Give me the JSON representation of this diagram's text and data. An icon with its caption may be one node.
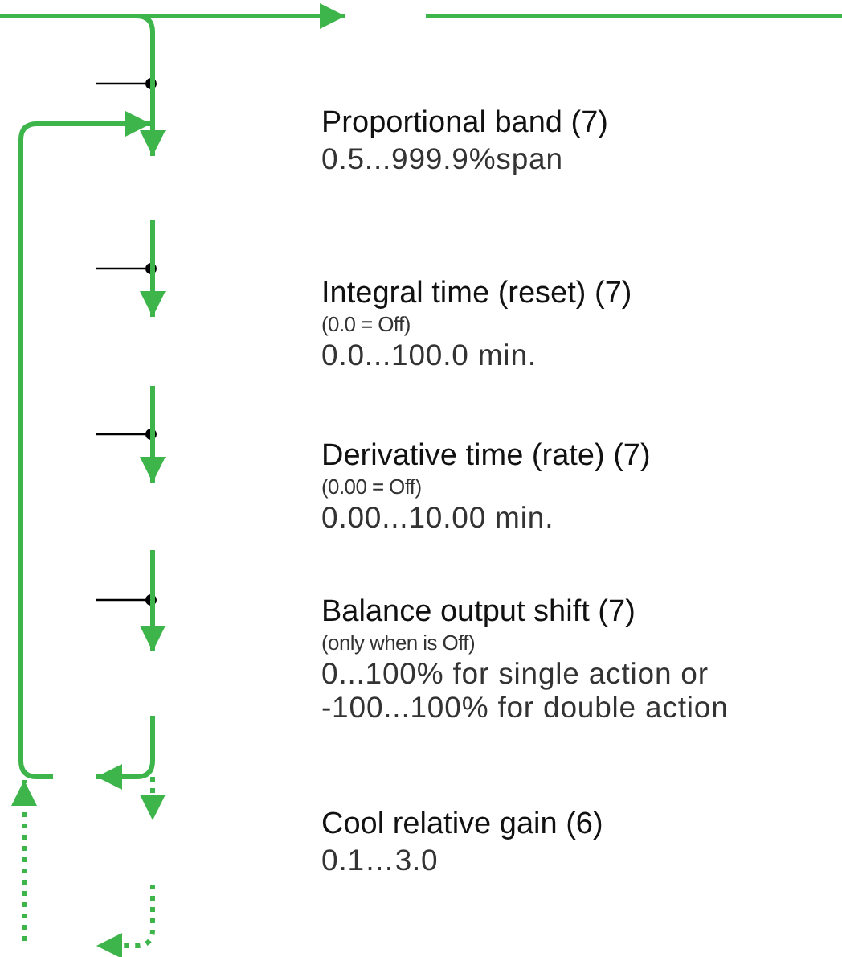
{
  "diagram": {
    "nodes": [
      {
        "text": [
          "Proportional band (7)",
          "0.5...999.9%span"
        ]
      },
      {
        "text": [
          "Integral time (reset) (7)",
          "(0.0 = Off)",
          "0.0...100.0 min."
        ]
      },
      {
        "text": [
          "Derivative time (rate) (7)",
          "(0.00 = Off)",
          "0.00...10.00 min."
        ]
      },
      {
        "text": [
          "Balance output shift (7)",
          "(only when is Off)",
          "0...100% for single action or -100...100% for double action"
        ]
      },
      {
        "text": [
          "Cool relative gain (6)",
          "0.1…3.0"
        ]
      }
    ]
  }
}
